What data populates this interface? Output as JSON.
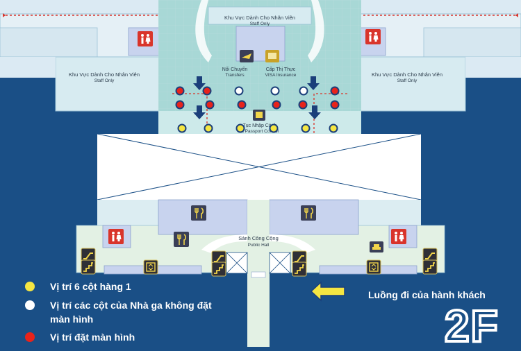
{
  "areas": {
    "staff_top": "Khu Vực Dành Cho Nhân Viên",
    "staff_top_en": "Staff Only",
    "staff_left": "Khu Vực Dành Cho Nhân Viên",
    "staff_left_en": "Staff Only",
    "staff_right": "Khu Vực Dành Cho Nhân Viên",
    "staff_right_en": "Staff Only",
    "transfers": "Nối Chuyến",
    "transfers_en": "Transfers",
    "visa": "Cấp Thị Thực",
    "visa_en": "VISA Insurance",
    "passport": "Tục Nhập Cảnh",
    "passport_en": "rt Passport Control",
    "public_hall": "Sảnh Công Cộng",
    "public_hall_en": "Public Hall"
  },
  "legend": [
    {
      "label": "Vị trí 6 cột hàng 1",
      "color": "#f5e642"
    },
    {
      "label": "Vị trí các cột của Nhà ga không đặt màn hình",
      "color": "#ffffff"
    },
    {
      "label": "Vị trí đặt màn hình",
      "color": "#e8231b"
    }
  ],
  "flow_label": "Luồng đi của hành khách",
  "floor_label": "2F",
  "colors": {
    "background": "#1a4f86",
    "pillar_yellow": "#f5e642",
    "pillar_white": "#ffffff",
    "pillar_red": "#e8231b",
    "flow_arrow": "#f5e642",
    "restroom": "#d9342b"
  }
}
